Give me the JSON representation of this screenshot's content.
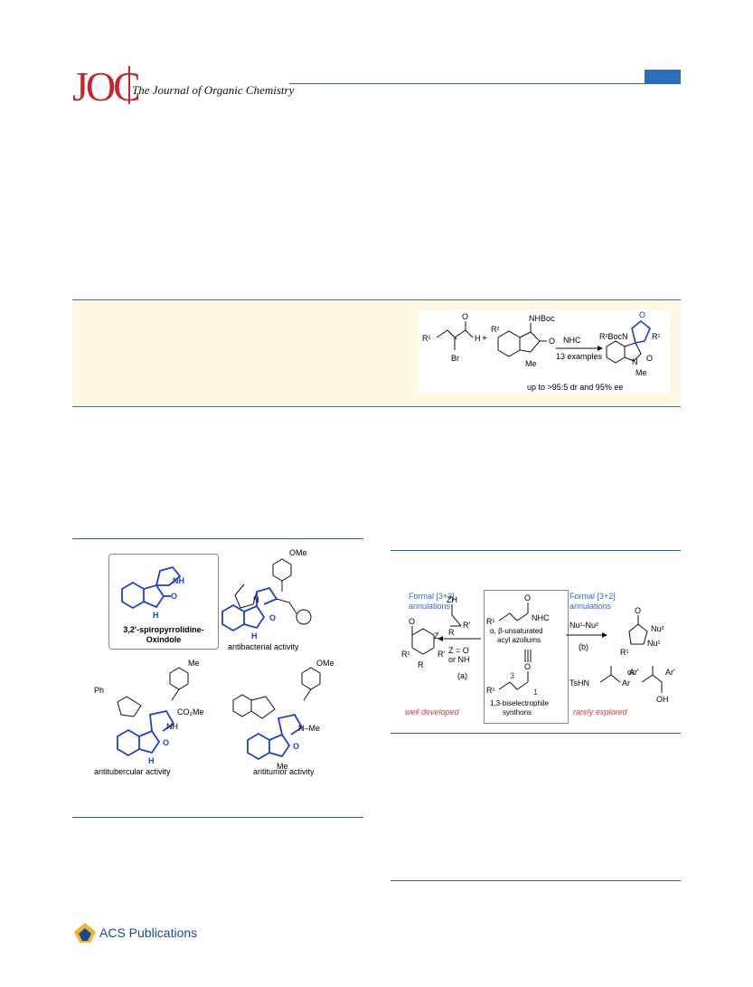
{
  "header": {
    "logo": "JOC",
    "journal_name": "The Journal of Organic Chemistry"
  },
  "toc_graphic": {
    "substituent_r1": "R¹",
    "br": "Br",
    "h": "H",
    "plus": "+",
    "nhboc": "NHBoc",
    "r2_left": "R²",
    "me_left": "Me",
    "o_left": "O",
    "catalyst": "NHC",
    "examples": "13 examples",
    "r2boc": "R²BocN",
    "r1_right": "R¹",
    "me_right": "Me",
    "o_right": "O",
    "n_right": "N",
    "selectivity": "up to >95:5 dr and 95% ee"
  },
  "figure1": {
    "inset_label_line1": "3,2'-spiropyrrolidine-",
    "inset_label_line2": "Oxindole",
    "nh_top": "NH",
    "nh_bottom": "H",
    "ome_1": "OMe",
    "ome_2": "OMe",
    "me_1": "Me",
    "me_2": "Me",
    "ph": "Ph",
    "co2me": "CO₂Me",
    "nme": "N–Me",
    "nh_mid": "NH",
    "activities": [
      "antibacterial activity",
      "antitubercular activity",
      "antitumor activity"
    ]
  },
  "scheme1": {
    "left_header_line1": "Formal [3+3]",
    "left_header_line2": "annulations",
    "right_header_line1": "Formal [3+2]",
    "right_header_line2": "annulations",
    "zh": "ZH",
    "z_options_1": "Z = O",
    "z_options_2": "or NH",
    "label_a": "(a)",
    "label_b": "(b)",
    "center_line1": "α, β-unsaturated",
    "center_line2": "acyl azoliums",
    "center_line3": "1,3-biselectrophile",
    "center_line4": "synthons",
    "nhc": "NHC",
    "nu_reagent": "Nu¹-Nu²",
    "nu1": "Nu¹",
    "nu2": "Nu²",
    "or": "or",
    "tshn": "TsHN",
    "ar1": "Ar",
    "ar2": "Ar'",
    "ar3": "Ar'",
    "oh": "OH",
    "r_label": "R",
    "r1_a": "R¹",
    "r1_b": "R¹",
    "r1_c": "R¹",
    "r_prime_a": "R'",
    "r_prime_b": "R'",
    "z": "Z",
    "o_labels": [
      "O",
      "O",
      "O"
    ],
    "pos3": "3",
    "pos1": "1",
    "left_status": "well developed",
    "right_status": "rarely explored"
  },
  "footer": {
    "publisher": "ACS Publications"
  },
  "colors": {
    "journal_red": "#c8232c",
    "rule_blue": "#2a6ebb",
    "highlight_blue": "#1f3fd1",
    "abstract_bg": "#fff9e4",
    "status_red": "#e03a3a"
  }
}
